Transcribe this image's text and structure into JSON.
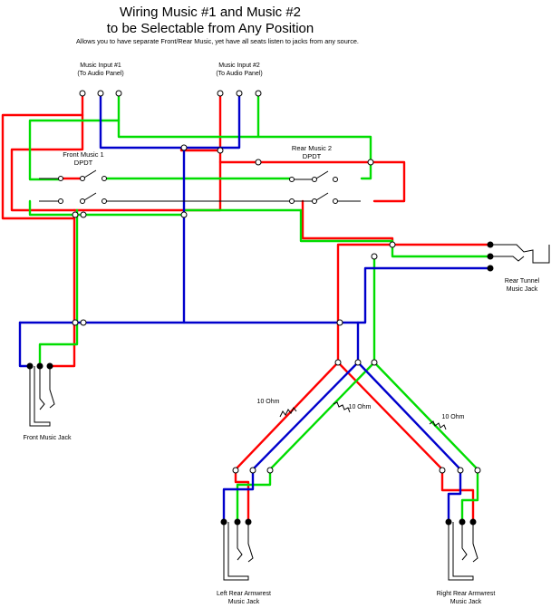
{
  "title_line1": "Wiring Music #1 and Music #2",
  "title_line2": "to be Selectable from Any Position",
  "subtitle": "Allows you to have separate Front/Rear Music, yet have all seats listen to jacks from any source.",
  "inputs": [
    {
      "line1": "Music Input #1",
      "line2": "(To Audio Panel)"
    },
    {
      "line1": "Music Input #2",
      "line2": "(To Audio Panel)"
    }
  ],
  "switches": [
    {
      "line1": "Front Music 1",
      "line2": "DPDT"
    },
    {
      "line1": "Rear Music 2",
      "line2": "DPDT"
    }
  ],
  "jacks": {
    "front": {
      "line1": "Front Music Jack",
      "line2": ""
    },
    "rear_tunnel": {
      "line1": "Rear Tunnel",
      "line2": "Music Jack"
    },
    "left_armrest": {
      "line1": "Left Rear Armwrest",
      "line2": "Music Jack"
    },
    "right_armrest": {
      "line1": "Right Rear Armwrest",
      "line2": "Music Jack"
    }
  },
  "resistors": [
    "10 Ohm",
    "10 Ohm",
    "10 Ohm"
  ],
  "colors": {
    "red": "#ff0000",
    "green": "#00dd00",
    "blue": "#0000cc",
    "black": "#000000"
  }
}
